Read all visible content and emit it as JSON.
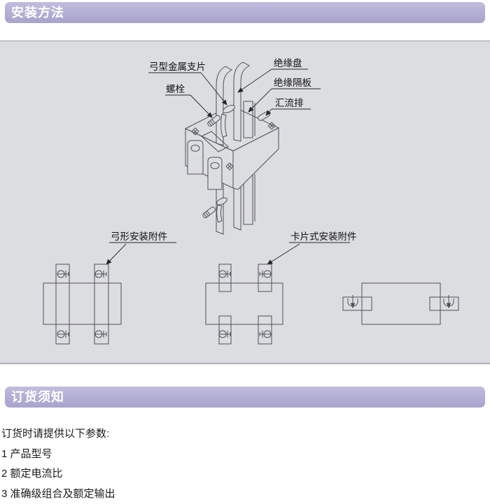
{
  "sections": {
    "installation": {
      "title": "安装方法"
    },
    "ordering": {
      "title": "订货须知"
    }
  },
  "diagram": {
    "part_labels": {
      "bow_metal_clip": "弓型金属支片",
      "bolt": "螺栓",
      "insulation_disc": "绝缘盘",
      "insulation_baffle": "绝缘隔板",
      "busbar": "汇流排"
    },
    "accessory_labels": {
      "bow_mount": "弓形安装附件",
      "card_mount": "卡片式安装附件"
    }
  },
  "ordering_notes": {
    "intro": "订货时请提供以下参数:",
    "items": [
      "1 产品型号",
      "2 额定电流比",
      "3 准确级组合及额定输出"
    ]
  },
  "colors": {
    "header_bg": "#b2aed4",
    "header_text": "#ffffff",
    "panel_bg": "#dcdde1",
    "line_color": "#4f5057",
    "text_color": "#1a1a1a"
  }
}
